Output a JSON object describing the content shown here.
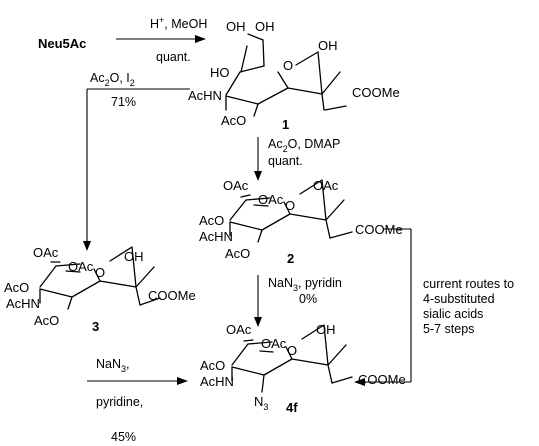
{
  "start": {
    "name": "Neu5Ac"
  },
  "step1": {
    "reagent_h": "H",
    "reagent_plus": "+",
    "reagent_rest": ", MeOH",
    "yield": "quant."
  },
  "step2": {
    "reagent": "Ac",
    "reagent_sub": "2",
    "reagent_rest": "O, DMAP",
    "yield": "quant."
  },
  "step3": {
    "reagent": "Ac",
    "reagent_sub": "2",
    "reagent_rest": "O, I",
    "reagent_sub2": "2",
    "yield": "71%"
  },
  "step4": {
    "reagent": "NaN",
    "reagent_sub": "3",
    "reagent_rest": ", pyridin",
    "yield": "0%"
  },
  "step5": {
    "reagent": "NaN",
    "reagent_sub": "3",
    "reagent_rest": ",",
    "solvent": "pyridine,",
    "yield": "45%"
  },
  "note": {
    "lines": [
      "current routes to",
      "4-substituted",
      "sialic acids",
      "5-7 steps"
    ]
  },
  "compounds": {
    "c1": {
      "number": "1",
      "oh_left": "OH",
      "oh_right": "OH",
      "oh_anomeric": "OH",
      "ho": "HO",
      "achn": "AcHN",
      "aco": "AcO",
      "ester": "COOMe",
      "ring_o": "O"
    },
    "c2": {
      "number": "2",
      "oac1": "OAc",
      "oac2": "OAc",
      "oac_anomeric": "OAc",
      "aco_side": "AcO",
      "achn": "AcHN",
      "aco": "AcO",
      "ester": "COOMe",
      "ring_o": "O"
    },
    "c3": {
      "number": "3",
      "oac1": "OAc",
      "oac2": "OAc",
      "oh_anomeric": "OH",
      "aco_side": "AcO",
      "achn": "AcHN",
      "aco": "AcO",
      "ester": "COOMe",
      "ring_o": "O"
    },
    "c4f": {
      "number": "4f",
      "oac1": "OAc",
      "oac2": "OAc",
      "oh_anomeric": "OH",
      "aco_side": "AcO",
      "achn": "AcHN",
      "azide": "N",
      "azide_sub": "3",
      "ester": "COOMe",
      "ring_o": "O"
    }
  }
}
